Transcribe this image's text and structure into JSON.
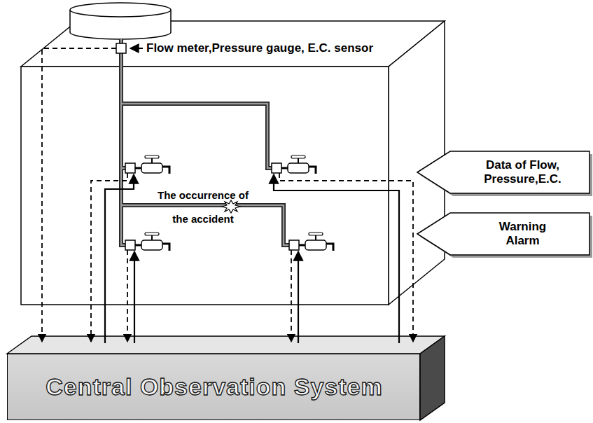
{
  "diagram": {
    "nodes": [
      {
        "text": [
          "Data of Flow, Pressure,E.C."
        ]
      },
      {
        "text": [
          "Warning Alarm"
        ]
      },
      {
        "text": [
          "Central Observation System"
        ]
      }
    ],
    "labels": [
      "Flow meter,Pressure gauge, E.C. sensor",
      "The occurrence of the accident"
    ]
  }
}
